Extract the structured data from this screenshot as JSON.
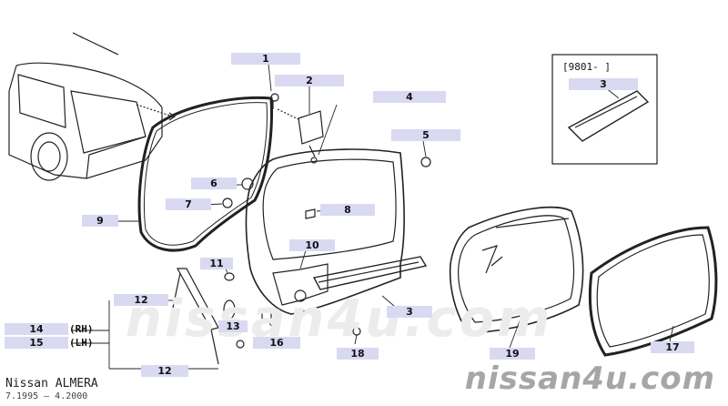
{
  "footer": {
    "model": "Nissan ALMERA",
    "dates": "7.1995 — 4.2000"
  },
  "watermark": {
    "main": "nissan4u.com",
    "faint": "nissan4u.com"
  },
  "inset": {
    "header": "[9801-    ]",
    "part_number": "3"
  },
  "callouts": {
    "c1": "1",
    "c2": "2",
    "c3": "3",
    "c4": "4",
    "c5": "5",
    "c6": "6",
    "c7": "7",
    "c8": "8",
    "c9": "9",
    "c10": "10",
    "c11": "11",
    "c12a": "12",
    "c12b": "12",
    "c13": "13",
    "c14": "14",
    "c15": "15",
    "c16": "16",
    "c17": "17",
    "c18": "18",
    "c19": "19"
  },
  "side_labels": {
    "rh": "(RH)",
    "lh": "(LH)"
  },
  "colors": {
    "callout_bg": "#d9d9f2",
    "line": "#222222",
    "watermark": "#a6a6a6"
  }
}
